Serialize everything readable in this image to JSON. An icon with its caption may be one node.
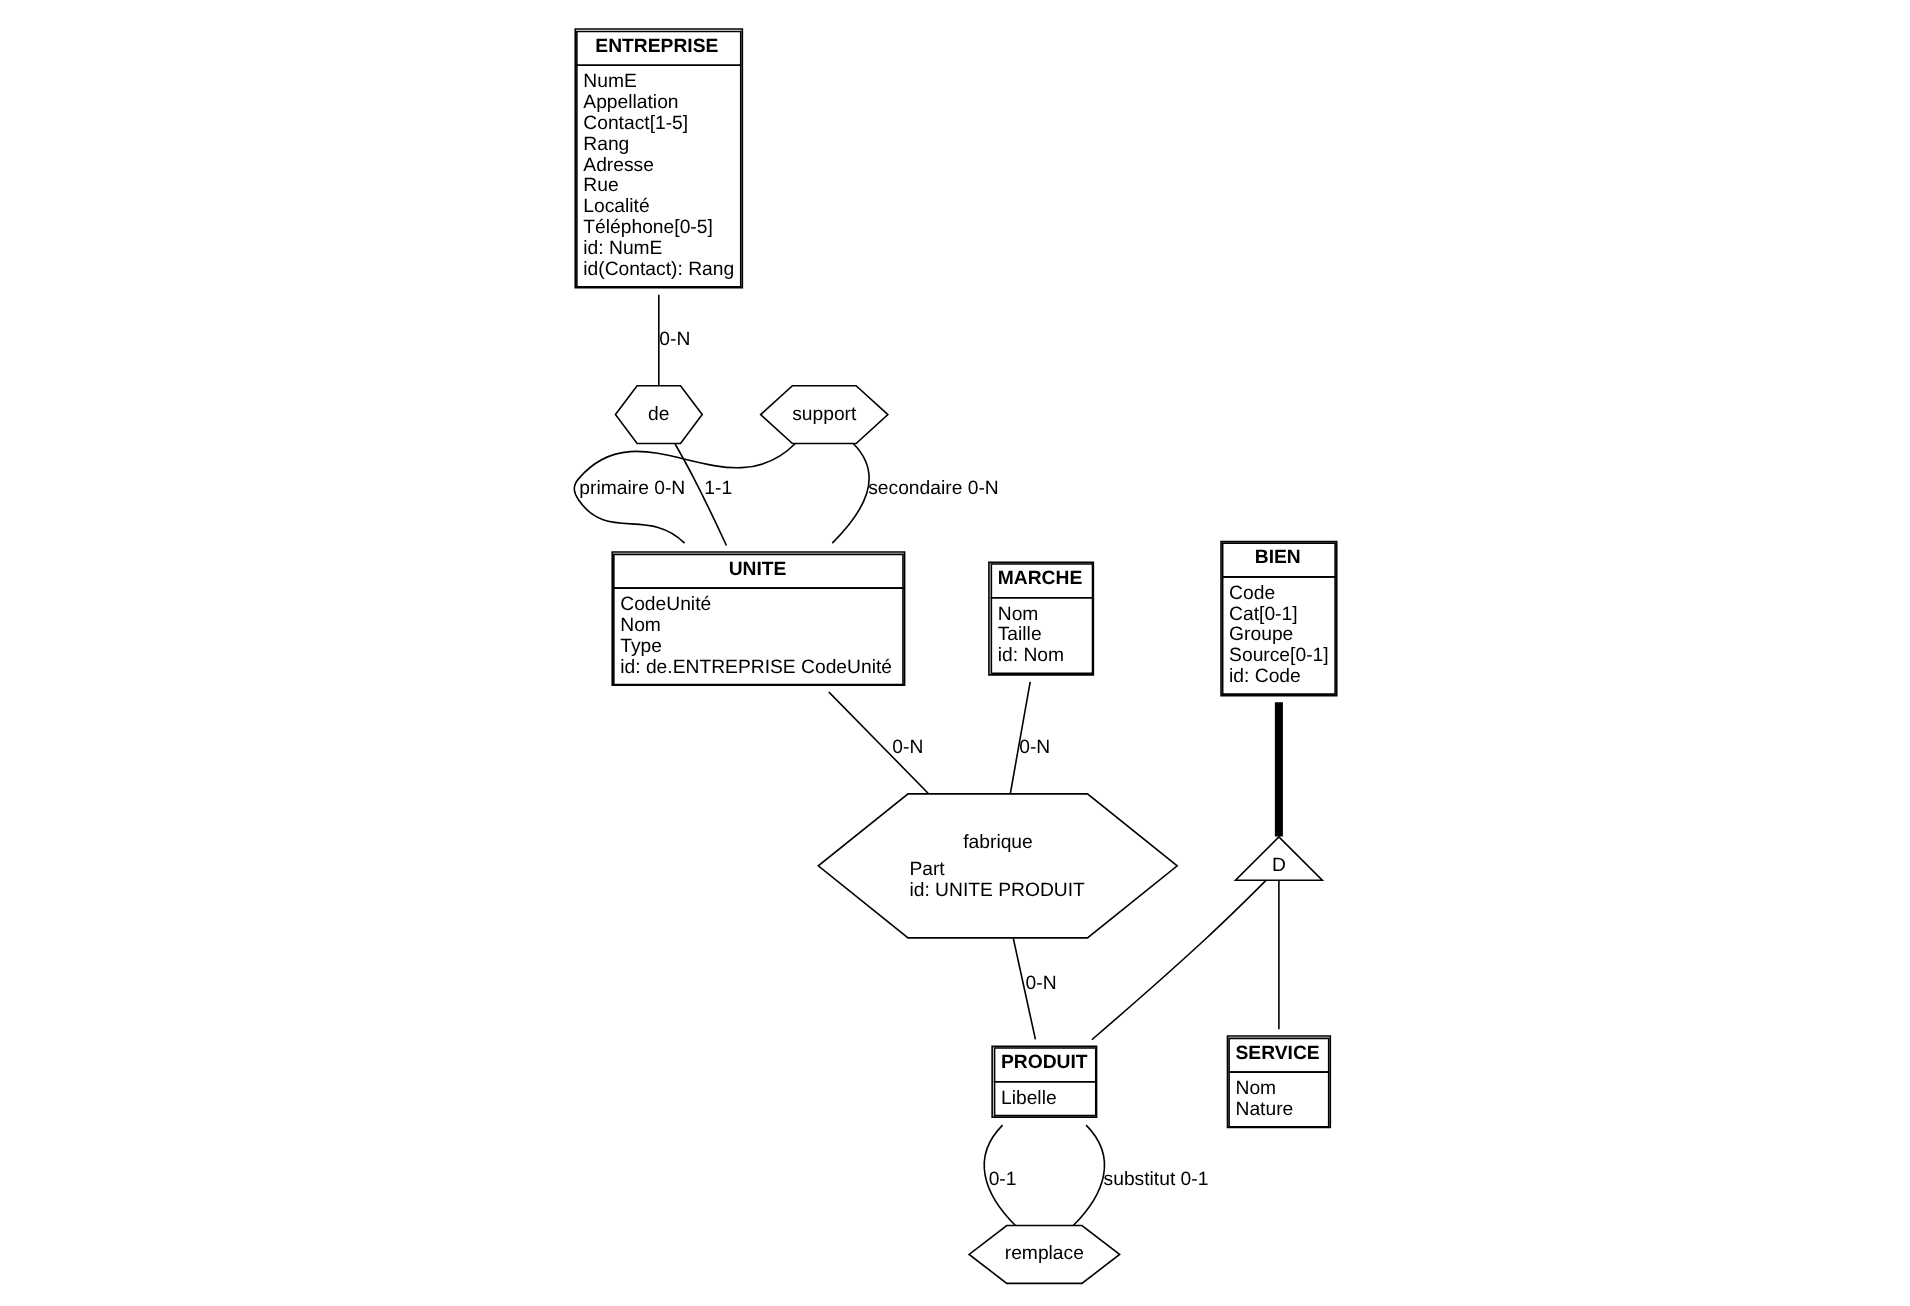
{
  "diagram": {
    "nodes": [
      {
        "text": [
          "ENTREPRISE",
          "NumE",
          "Appellation",
          "Contact[1-5]",
          "Rang",
          "Adresse",
          "Rue",
          "Localité",
          "Téléphone[0-5]",
          "id: NumE",
          "id(Contact): Rang"
        ]
      },
      {
        "text": [
          "MARCHE",
          "Nom",
          "Taille",
          "id: Nom"
        ]
      },
      {
        "text": [
          "BIEN",
          "Code",
          "Cat[0-1]",
          "Groupe",
          "Source[0-1]",
          "id: Code"
        ]
      },
      {
        "text": [
          "de"
        ]
      },
      {
        "text": [
          "fabrique",
          "Part",
          "id: UNITE PRODUIT"
        ]
      },
      {
        "text": [
          "UNITE",
          "CodeUnité",
          "Nom",
          "Type",
          "id: de.ENTREPRISE CodeUnité"
        ]
      },
      {
        "text": [
          "support"
        ]
      },
      {
        "text": [
          "D"
        ]
      },
      {
        "text": [
          "PRODUIT",
          "Libelle"
        ]
      },
      {
        "text": [
          "SERVICE",
          "Nom",
          "Nature"
        ]
      },
      {
        "text": [
          "remplace"
        ]
      }
    ],
    "edges": [
      {
        "from": 0,
        "to": 3,
        "arrow": "none",
        "label": "0-N"
      },
      {
        "from": 3,
        "to": 5,
        "arrow": "none",
        "label": "1-1"
      },
      {
        "from": 1,
        "to": 4,
        "arrow": "none",
        "label": "0-N"
      },
      {
        "from": 5,
        "to": 4,
        "arrow": "none",
        "label": "0-N"
      },
      {
        "from": 4,
        "to": 8,
        "arrow": "none",
        "label": "0-N"
      },
      {
        "from": 6,
        "to": 5,
        "arrow": "none",
        "label": "primaire 0-N"
      },
      {
        "from": 6,
        "to": 5,
        "arrow": "none",
        "label": "secondaire 0-N"
      },
      {
        "from": 2,
        "to": 7,
        "arrow": "none",
        "style": "thick"
      },
      {
        "from": 7,
        "to": 8,
        "arrow": "none"
      },
      {
        "from": 7,
        "to": 9,
        "arrow": "none"
      },
      {
        "from": 8,
        "to": 10,
        "arrow": "none",
        "label": "0-1"
      },
      {
        "from": 8,
        "to": 10,
        "arrow": "none",
        "label": "substitut 0-1"
      }
    ]
  }
}
